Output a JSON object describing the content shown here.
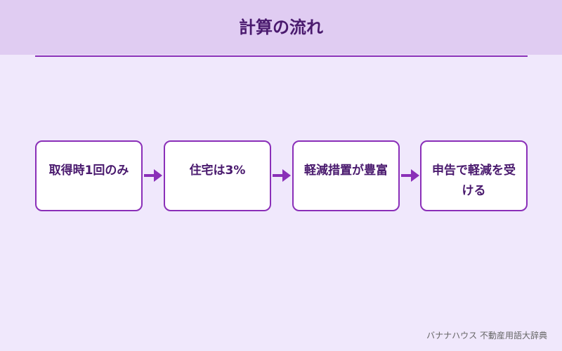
{
  "title": "計算の流れ",
  "steps": [
    {
      "label": "取得時1回のみ"
    },
    {
      "label": "住宅は3%"
    },
    {
      "label": "軽減措置が豊富"
    },
    {
      "label": "申告で軽減を受ける"
    }
  ],
  "footer": "バナナハウス 不動産用語大辞典",
  "colors": {
    "background": "#f0e8fc",
    "header": "#e0ccf2",
    "accent": "#8a2fb8",
    "text": "#4a1a6e"
  }
}
